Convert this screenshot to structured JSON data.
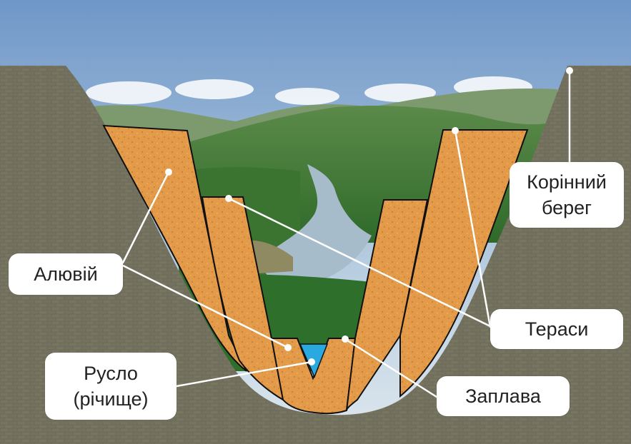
{
  "labels": {
    "bedrock_line1": "Корінний",
    "bedrock_line2": "берег",
    "alluvium": "Алювій",
    "terraces": "Тераси",
    "channel_line1": "Русло",
    "channel_line2": "(річище)",
    "floodplain": "Заплава"
  },
  "colors": {
    "bedrock": "#6e6c5c",
    "bedrock_mortar": "#8a8876",
    "alluvium": "#e39b4a",
    "alluvium_speckle": "#c97e33",
    "water": "#2aa8e0",
    "sky_top": "#6f97c8",
    "sky_bottom": "#c9dbe8",
    "forest": "#3f7a34",
    "river": "#9fb8c8",
    "leader_line": "#ffffff",
    "outline": "#111111"
  }
}
